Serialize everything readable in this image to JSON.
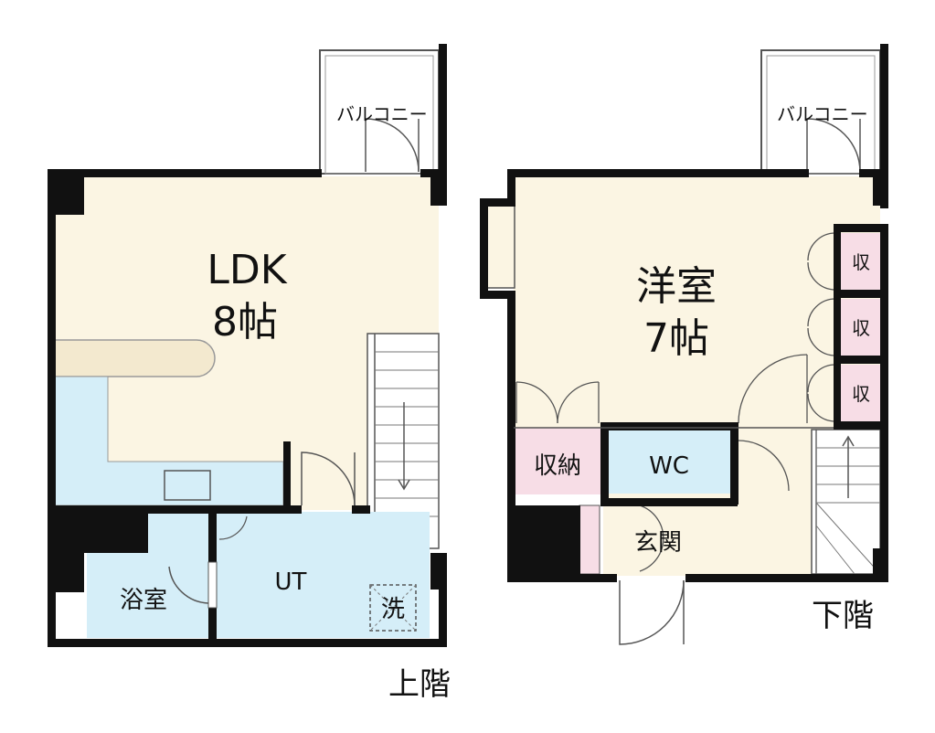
{
  "colors": {
    "wall": "#111111",
    "room_floor": "#fbf5e3",
    "wet_area": "#d5eef8",
    "storage": "#f7dde6",
    "line": "#555555"
  },
  "upper_floor": {
    "floor_label": "上階",
    "balcony": "バルコニー",
    "ldk_name": "LDK",
    "ldk_size": "8帖",
    "bath": "浴室",
    "utility": "UT",
    "washer": "洗"
  },
  "lower_floor": {
    "floor_label": "下階",
    "balcony": "バルコニー",
    "room_name": "洋室",
    "room_size": "7帖",
    "closet": "収納",
    "toilet": "WC",
    "entrance": "玄関",
    "storage_1": "収",
    "storage_2": "収",
    "storage_3": "収"
  }
}
